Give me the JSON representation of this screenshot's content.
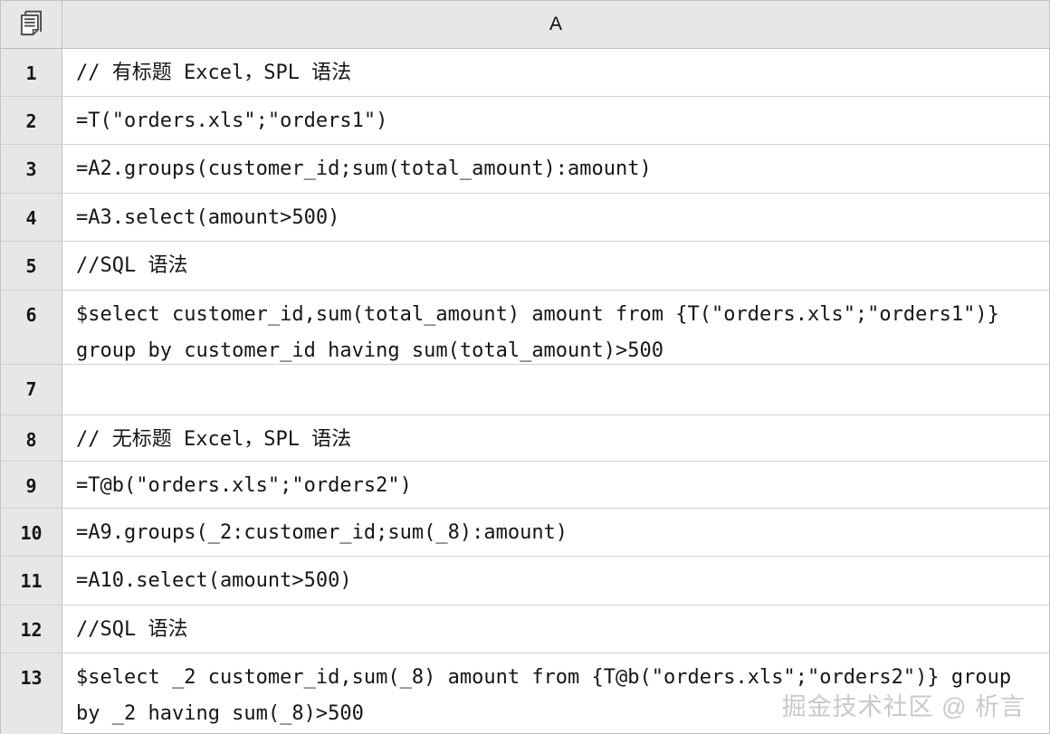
{
  "table": {
    "column_label": "A",
    "rows": [
      {
        "n": "1",
        "text": "// 有标题 Excel，SPL 语法"
      },
      {
        "n": "2",
        "text": "=T(\"orders.xls\";\"orders1\")"
      },
      {
        "n": "3",
        "text": "=A2.groups(customer_id;sum(total_amount):amount)"
      },
      {
        "n": "4",
        "text": "=A3.select(amount>500)"
      },
      {
        "n": "5",
        "text": "//SQL 语法"
      },
      {
        "n": "6",
        "text": "$select customer_id,sum(total_amount) amount from {T(\"orders.xls\";\"orders1\")}\ngroup by customer_id having sum(total_amount)>500"
      },
      {
        "n": "7",
        "text": ""
      },
      {
        "n": "8",
        "text": "// 无标题 Excel，SPL 语法"
      },
      {
        "n": "9",
        "text": "=T@b(\"orders.xls\";\"orders2\")"
      },
      {
        "n": "10",
        "text": "=A9.groups(_2:customer_id;sum(_8):amount)"
      },
      {
        "n": "11",
        "text": "=A10.select(amount>500)"
      },
      {
        "n": "12",
        "text": "//SQL 语法"
      },
      {
        "n": "13",
        "text": "$select _2 customer_id,sum(_8) amount from {T@b(\"orders.xls\";\"orders2\")} group\nby _2 having sum(_8)>500"
      }
    ]
  },
  "watermark": {
    "text": "掘金技术社区 @ 析言"
  },
  "colors": {
    "header_bg": "#e7e7e7",
    "grid_line": "#d2d2d2",
    "separator": "#c3c3c3",
    "text": "#161616",
    "watermark": "#c9c9c9",
    "icon_stroke": "#4d4d4d"
  }
}
